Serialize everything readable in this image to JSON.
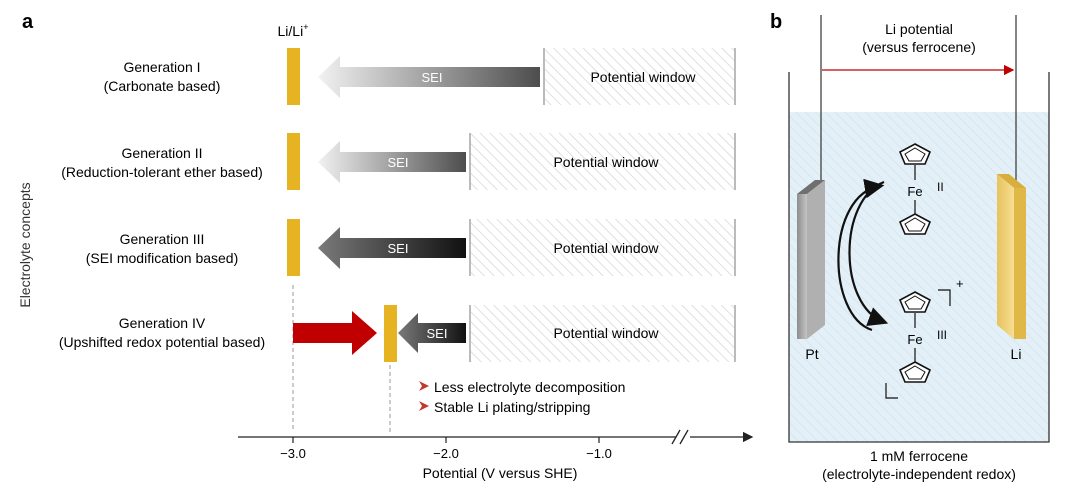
{
  "panel_a": {
    "label": "a",
    "ref_label": "Li/Li",
    "ref_sup": "+",
    "y_axis_label": "Electrolyte concepts",
    "x_axis_label": "Potential (V versus SHE)",
    "ticks": [
      {
        "value": -3.0,
        "label": "−3.0"
      },
      {
        "value": -2.0,
        "label": "−2.0"
      },
      {
        "value": -1.0,
        "label": "−1.0"
      }
    ],
    "generations": [
      {
        "title": "Generation I",
        "subtitle": "(Carbonate based)",
        "sei_label": "SEI",
        "window_label": "Potential window",
        "sei_style": "light-gradient"
      },
      {
        "title": "Generation II",
        "subtitle": "(Reduction-tolerant ether based)",
        "sei_label": "SEI",
        "window_label": "Potential window",
        "sei_style": "light-gradient"
      },
      {
        "title": "Generation III",
        "subtitle": "(SEI modification based)",
        "sei_label": "SEI",
        "window_label": "Potential window",
        "sei_style": "dark-gradient"
      },
      {
        "title": "Generation IV",
        "subtitle": "(Upshifted redox potential based)",
        "sei_label": "SEI",
        "window_label": "Potential window",
        "sei_style": "dark-gradient"
      }
    ],
    "benefits": [
      "Less electrolyte decomposition",
      "Stable Li plating/stripping"
    ],
    "colors": {
      "li_bar": "#e6b422",
      "red_arrow": "#c00000",
      "benefit_marker": "#c0392b"
    }
  },
  "panel_b": {
    "label": "b",
    "top_label_1": "Li potential",
    "top_label_2": "(versus ferrocene)",
    "left_electrode": "Pt",
    "right_electrode": "Li",
    "fe_label": "Fe",
    "ox_state_top": "II",
    "ox_state_bottom": "III",
    "charge_sign": "+",
    "bottom_label_1": "1 mM ferrocene",
    "bottom_label_2": "(electrolyte-independent redox)",
    "colors": {
      "electrolyte": "#e3f0f8",
      "li_electrode": "#f2d37a",
      "pt_electrode": "#9a9a9a",
      "arrow": "#c00000"
    }
  }
}
